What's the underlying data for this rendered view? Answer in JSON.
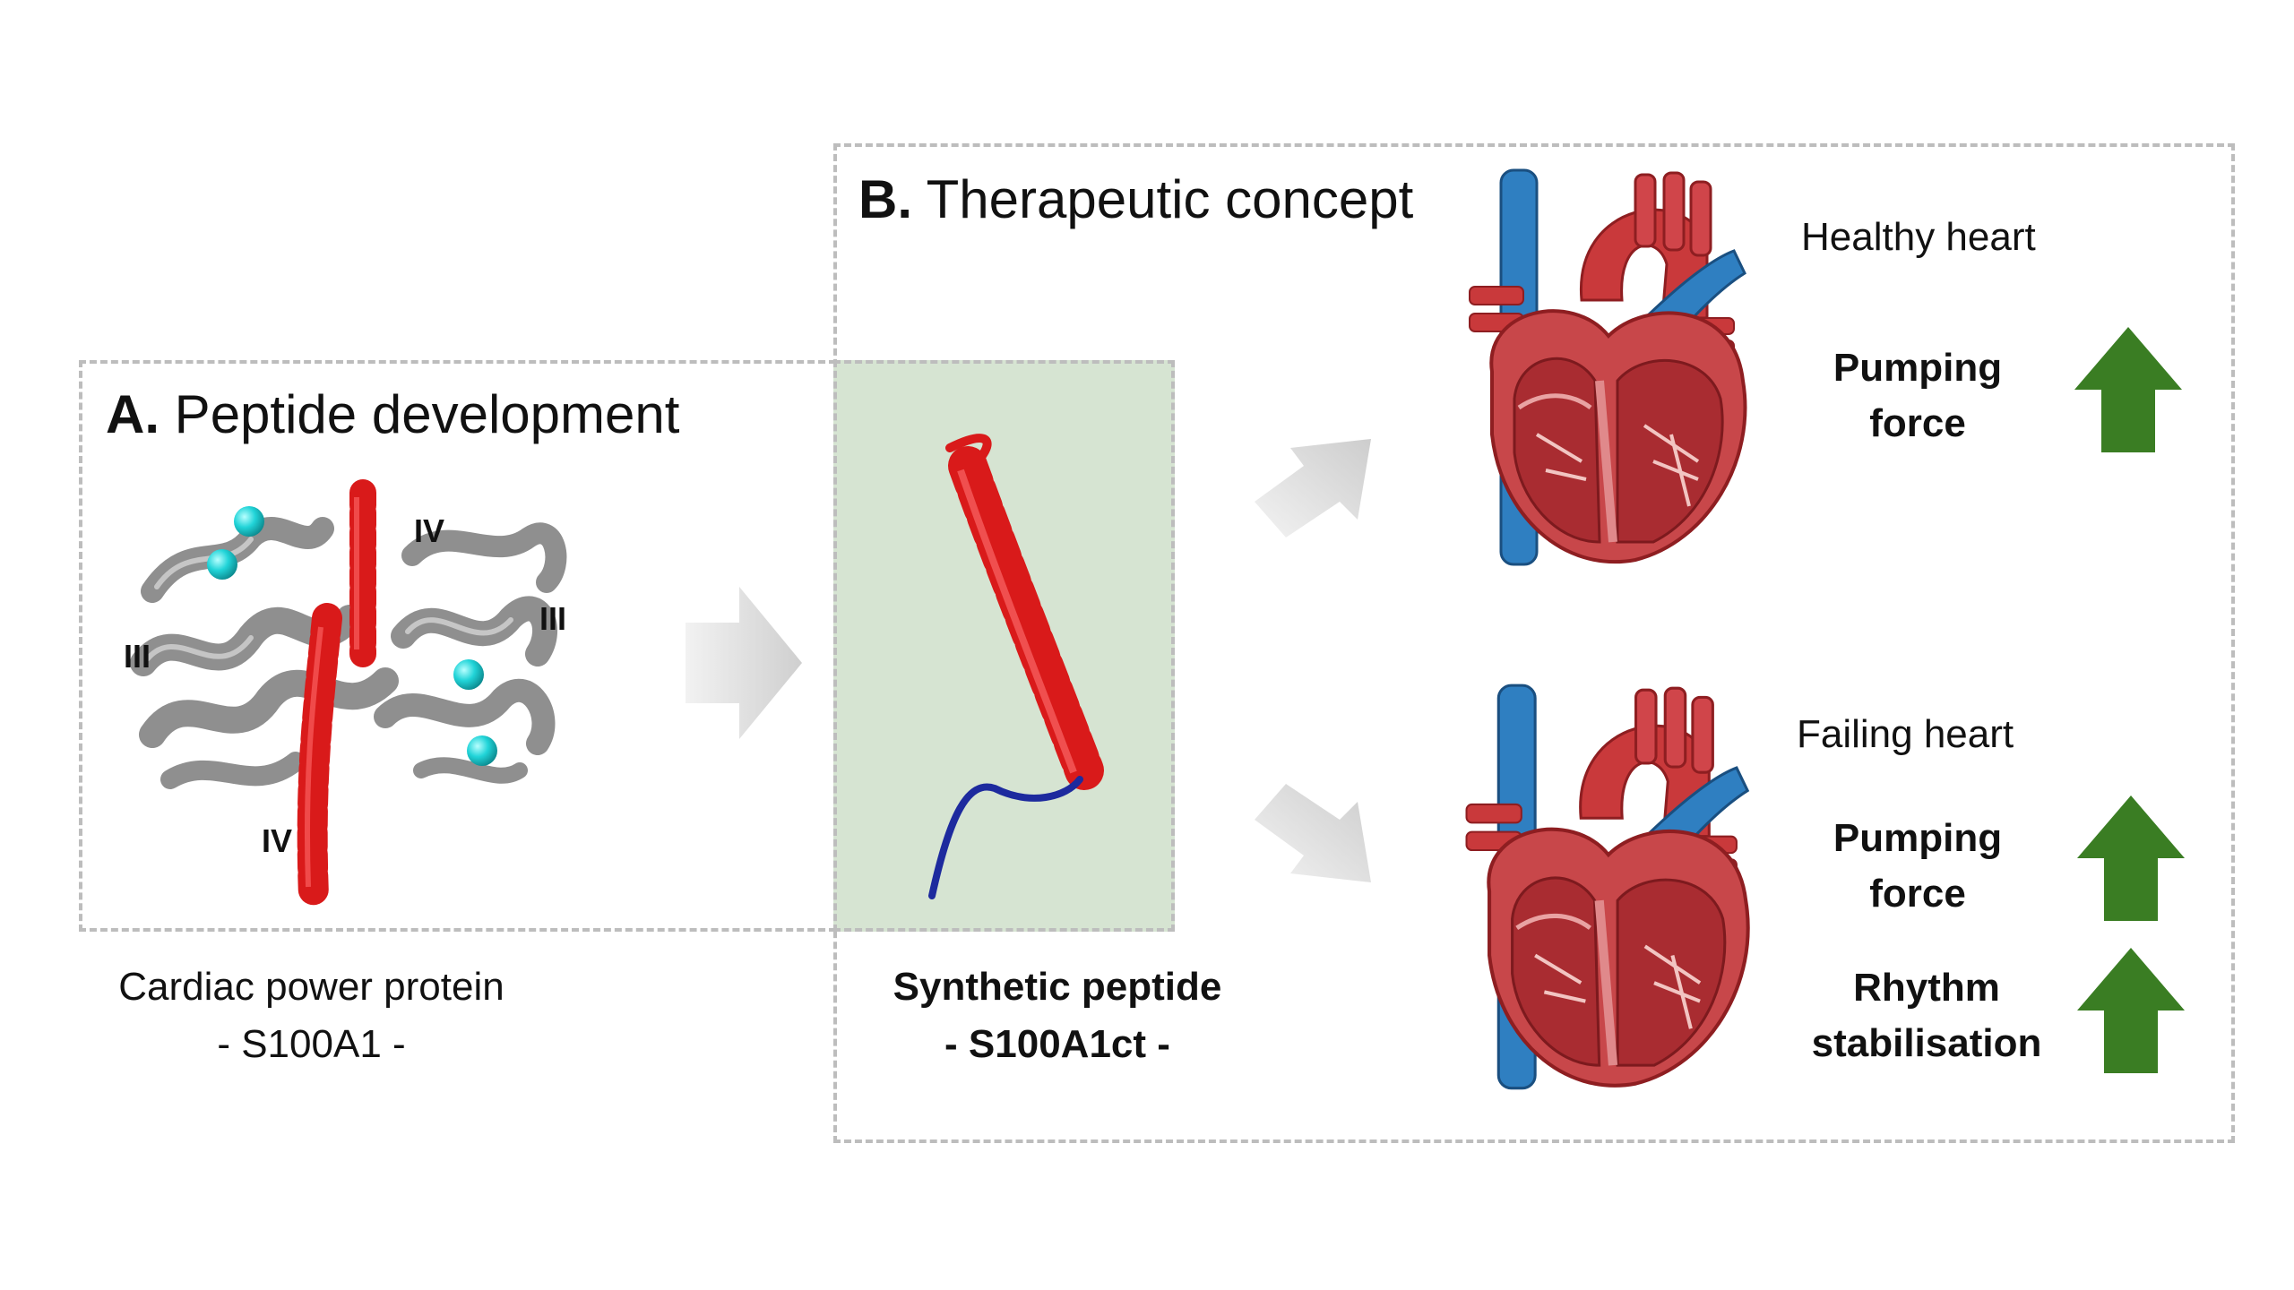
{
  "panel_a": {
    "title_letter": "A.",
    "title_text": "Peptide development",
    "helix_labels": {
      "iv_top": "IV",
      "iii_left": "III",
      "iii_right": "III",
      "iv_bottom": "IV"
    },
    "caption_line1": "Cardiac power protein",
    "caption_line2": "- S100A1 -"
  },
  "peptide": {
    "caption_line1": "Synthetic peptide",
    "caption_line2": "- S100A1ct -"
  },
  "panel_b": {
    "title_letter": "B.",
    "title_text": "Therapeutic concept",
    "healthy": {
      "label": "Healthy heart",
      "effect1_line1": "Pumping",
      "effect1_line2": "force"
    },
    "failing": {
      "label": "Failing  heart",
      "effect1_line1": "Pumping",
      "effect1_line2": "force",
      "effect2_line1": "Rhythm",
      "effect2_line2": "stabilisation"
    }
  },
  "colors": {
    "dashed_border": "#bdbdbd",
    "peptide_background": "#d6e4d2",
    "helix_red": "#d91a1a",
    "protein_gray": "#9a9a9a",
    "calcium_cyan": "#21d4d8",
    "tail_blue": "#1d2a9e",
    "arrow_green": "#3a7d23",
    "heart_red": "#c0393b",
    "vessel_blue": "#2f7fc1"
  },
  "icons": {
    "protein_structure": "s100a1-ribbon-structure",
    "peptide_structure": "s100a1ct-helix",
    "heart": "heart-cross-section",
    "increase": "up-arrow"
  }
}
